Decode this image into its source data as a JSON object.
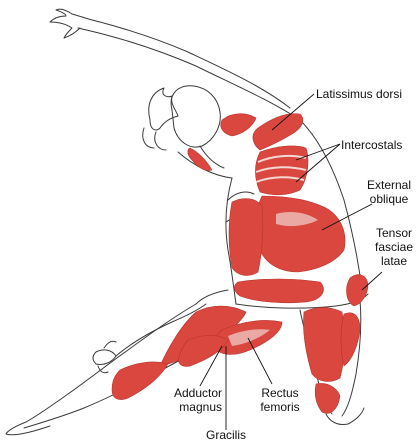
{
  "labels": {
    "latissimus_dorsi": "Latissimus dorsi",
    "intercostals": "Intercostals",
    "external_oblique": "External\noblique",
    "tensor_fasciae_latae": "Tensor\nfasciae\nlatae",
    "adductor_magnus": "Adductor\nmagnus",
    "rectus_femoris": "Rectus\nfemoris",
    "gracilis": "Gracilis"
  },
  "colors": {
    "muscle": "#d9473f",
    "muscle_dark": "#b8332d",
    "muscle_light": "#eaa9a2",
    "outline": "#3a3a3a",
    "leader": "#111111"
  }
}
